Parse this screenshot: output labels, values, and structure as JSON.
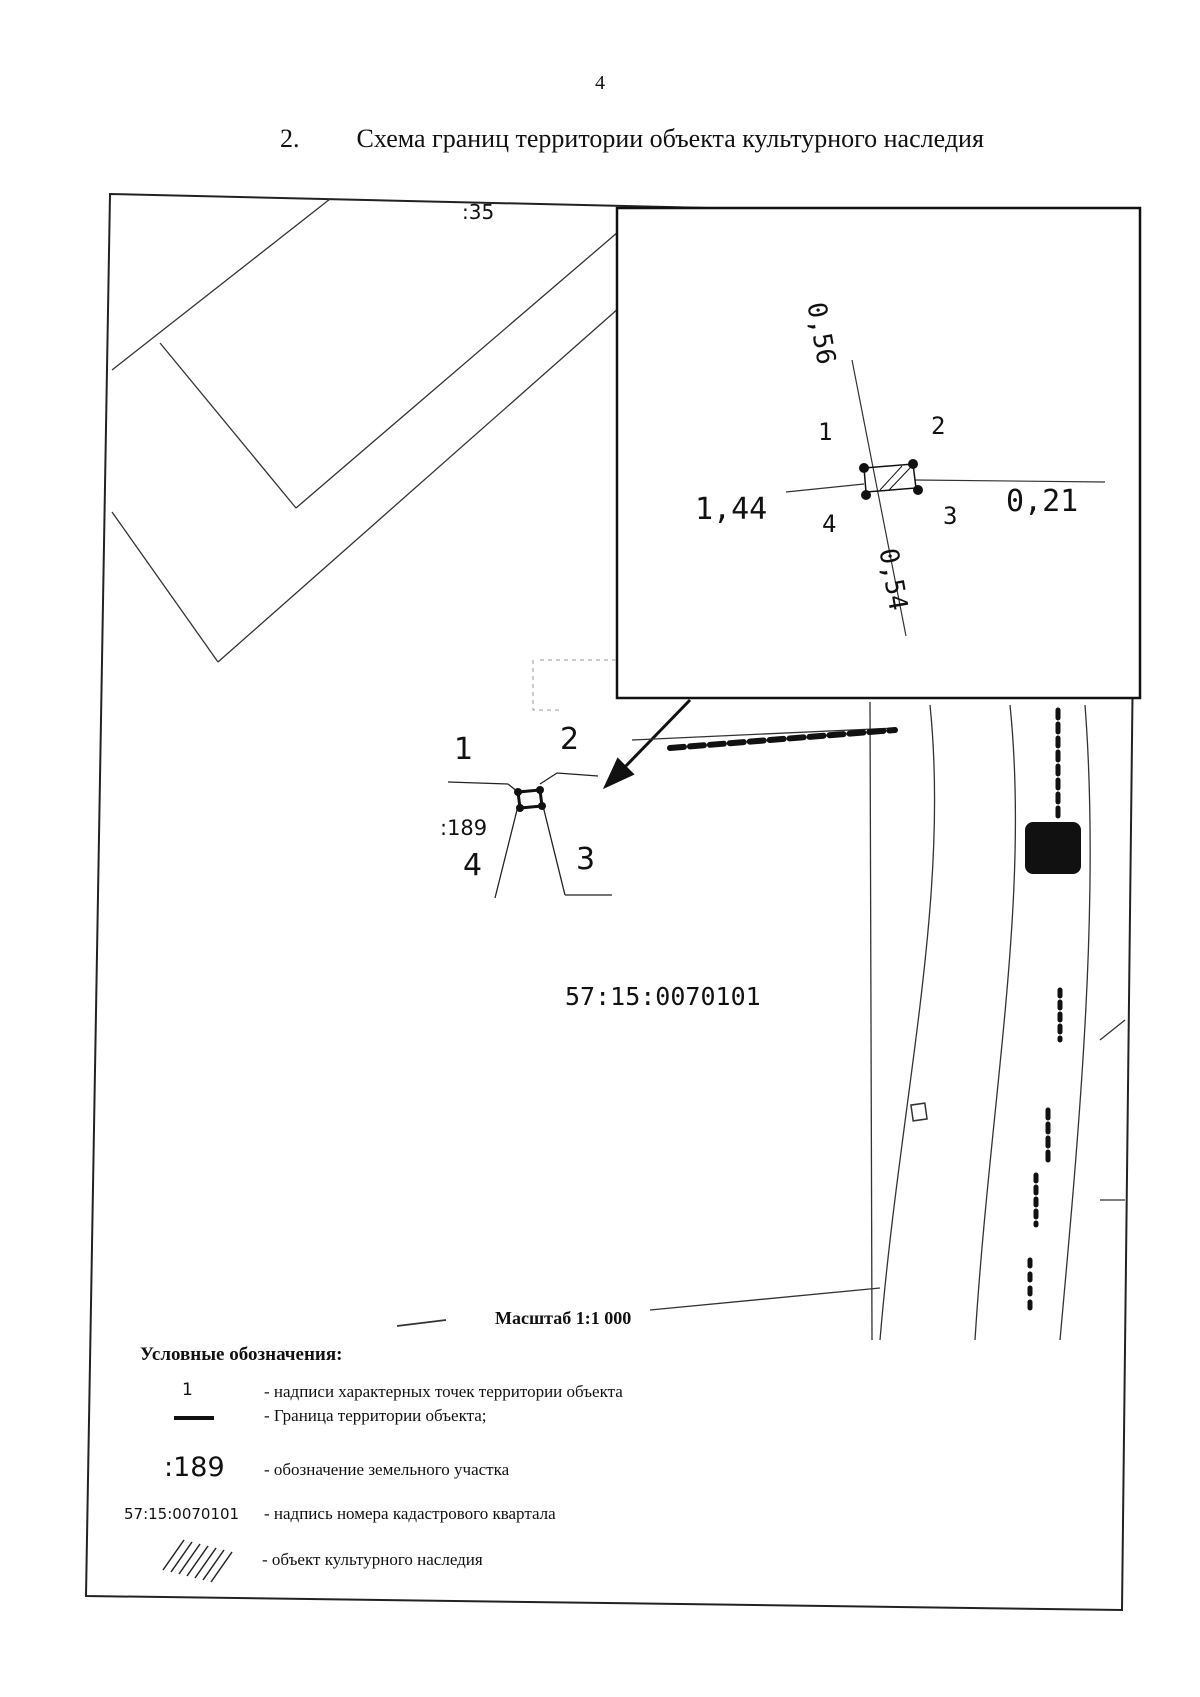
{
  "page_number": "4",
  "heading": {
    "number": "2.",
    "title": "Схема границ территории объекта культурного наследия"
  },
  "map": {
    "parcel_label_top": ":35",
    "point_labels": [
      "1",
      "2",
      "3",
      "4"
    ],
    "parcel_label": ":189",
    "cadastral_quarter": "57:15:0070101",
    "inset": {
      "point_labels": [
        "1",
        "2",
        "3",
        "4"
      ],
      "distances": {
        "top": "0,56",
        "left": "1,44",
        "right": "0,21",
        "bottom": "0,54"
      }
    },
    "scale_text": "Масштаб 1:1 000"
  },
  "legend": {
    "title": "Условные обозначения:",
    "items": [
      {
        "symbol": "1",
        "text": "- надписи характерных точек территории объекта"
      },
      {
        "symbol": "",
        "text": "- Граница территории объекта;"
      },
      {
        "symbol": ":189",
        "text": "- обозначение земельного участка"
      },
      {
        "symbol": "57:15:0070101",
        "text": "- надпись номера кадастрового квартала"
      },
      {
        "symbol": "",
        "text": "- объект культурного наследия"
      }
    ]
  }
}
